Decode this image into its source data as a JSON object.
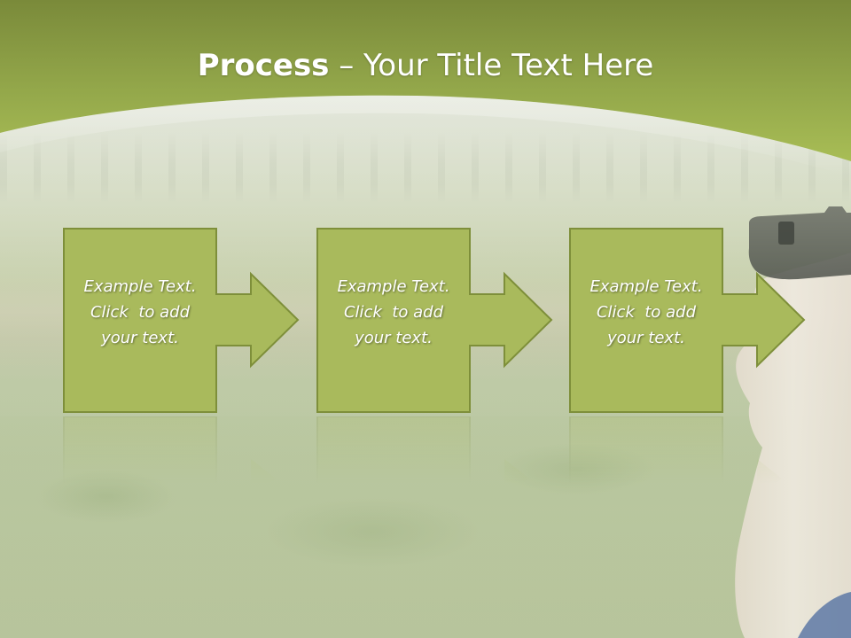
{
  "slide": {
    "title_bold": "Process",
    "title_rest": " – Your Title Text Here"
  },
  "steps": [
    {
      "line1": "Example Text.",
      "line2": "Click  to add",
      "line3": "your text."
    },
    {
      "line1": "Example Text.",
      "line2": "Click  to add",
      "line3": "your text."
    },
    {
      "line1": "Example Text.",
      "line2": "Click  to add",
      "line3": "your text."
    }
  ],
  "colors": {
    "header_green_dark": "#7a8a3a",
    "header_green": "#a4b84f",
    "box_fill": "#a9ba5c",
    "box_stroke": "#7e8f3a"
  }
}
